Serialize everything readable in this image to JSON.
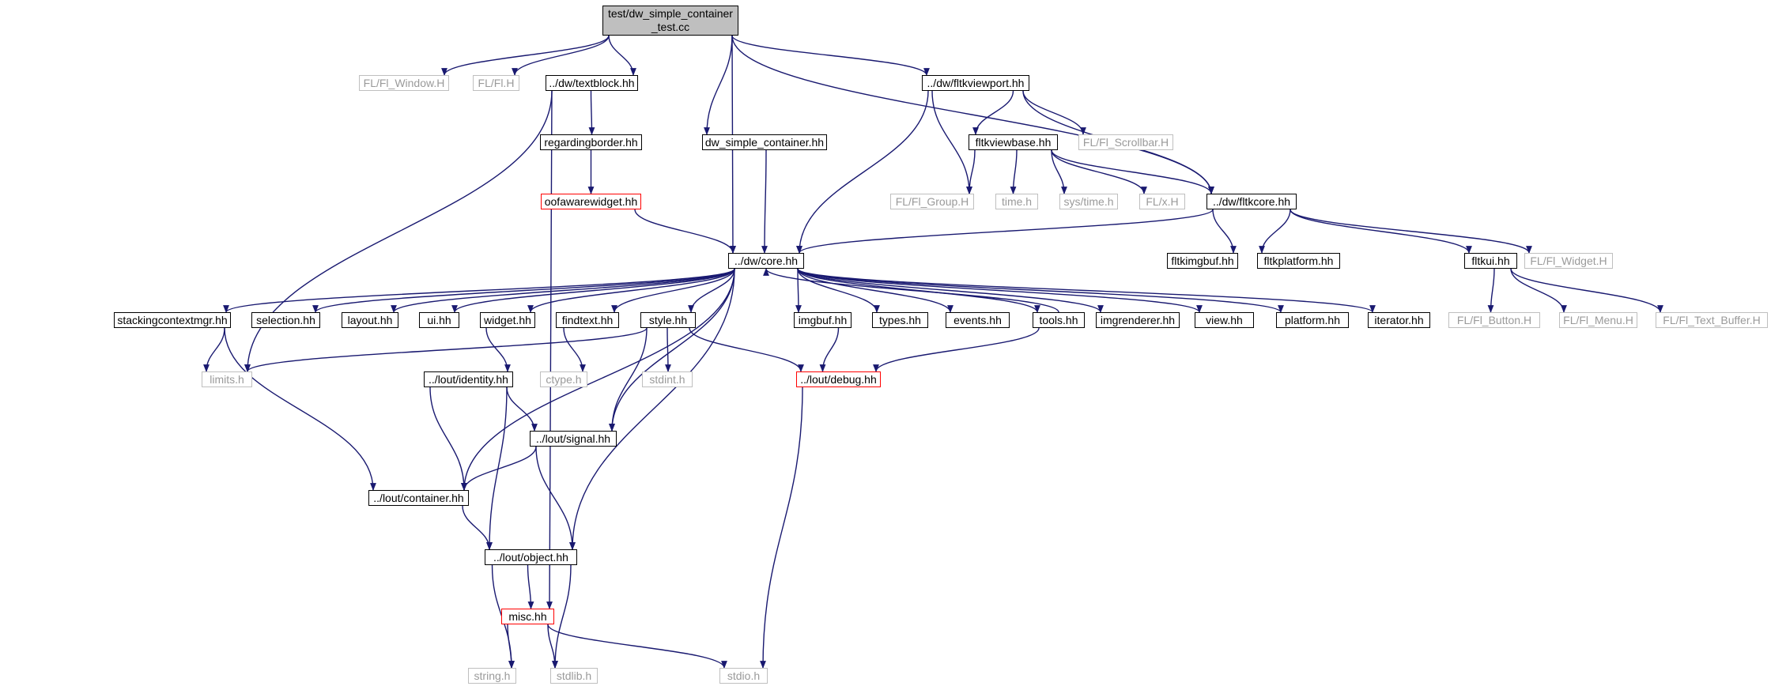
{
  "diagram": {
    "root": {
      "id": "root",
      "label": "test/dw_simple_container\n_test.cc",
      "kind": "root"
    },
    "nodes": [
      {
        "id": "fl_window",
        "label": "FL/Fl_Window.H",
        "kind": "gray"
      },
      {
        "id": "fl_fl",
        "label": "FL/Fl.H",
        "kind": "gray"
      },
      {
        "id": "textblock",
        "label": "../dw/textblock.hh",
        "kind": "normal"
      },
      {
        "id": "fltkviewport",
        "label": "../dw/fltkviewport.hh",
        "kind": "normal"
      },
      {
        "id": "regardingborder",
        "label": "regardingborder.hh",
        "kind": "normal"
      },
      {
        "id": "dw_simple_container",
        "label": "dw_simple_container.hh",
        "kind": "normal"
      },
      {
        "id": "fltkviewbase",
        "label": "fltkviewbase.hh",
        "kind": "normal"
      },
      {
        "id": "fl_scrollbar",
        "label": "FL/Fl_Scrollbar.H",
        "kind": "gray"
      },
      {
        "id": "oofawarewidget",
        "label": "oofawarewidget.hh",
        "kind": "red"
      },
      {
        "id": "fl_group",
        "label": "FL/Fl_Group.H",
        "kind": "gray"
      },
      {
        "id": "time_h",
        "label": "time.h",
        "kind": "gray"
      },
      {
        "id": "sys_time",
        "label": "sys/time.h",
        "kind": "gray"
      },
      {
        "id": "fl_x",
        "label": "FL/x.H",
        "kind": "gray"
      },
      {
        "id": "fltkcore",
        "label": "../dw/fltkcore.hh",
        "kind": "normal"
      },
      {
        "id": "core",
        "label": "../dw/core.hh",
        "kind": "normal"
      },
      {
        "id": "fltkimgbuf",
        "label": "fltkimgbuf.hh",
        "kind": "normal"
      },
      {
        "id": "fltkplatform",
        "label": "fltkplatform.hh",
        "kind": "normal"
      },
      {
        "id": "fltkui",
        "label": "fltkui.hh",
        "kind": "normal"
      },
      {
        "id": "fl_widget",
        "label": "FL/Fl_Widget.H",
        "kind": "gray"
      },
      {
        "id": "stackingcontextmgr",
        "label": "stackingcontextmgr.hh",
        "kind": "normal"
      },
      {
        "id": "selection",
        "label": "selection.hh",
        "kind": "normal"
      },
      {
        "id": "layout",
        "label": "layout.hh",
        "kind": "normal"
      },
      {
        "id": "ui",
        "label": "ui.hh",
        "kind": "normal"
      },
      {
        "id": "widget",
        "label": "widget.hh",
        "kind": "normal"
      },
      {
        "id": "findtext",
        "label": "findtext.hh",
        "kind": "normal"
      },
      {
        "id": "style",
        "label": "style.hh",
        "kind": "normal"
      },
      {
        "id": "imgbuf",
        "label": "imgbuf.hh",
        "kind": "normal"
      },
      {
        "id": "types",
        "label": "types.hh",
        "kind": "normal"
      },
      {
        "id": "events",
        "label": "events.hh",
        "kind": "normal"
      },
      {
        "id": "tools",
        "label": "tools.hh",
        "kind": "normal"
      },
      {
        "id": "imgrenderer",
        "label": "imgrenderer.hh",
        "kind": "normal"
      },
      {
        "id": "view",
        "label": "view.hh",
        "kind": "normal"
      },
      {
        "id": "platform",
        "label": "platform.hh",
        "kind": "normal"
      },
      {
        "id": "iterator",
        "label": "iterator.hh",
        "kind": "normal"
      },
      {
        "id": "fl_button",
        "label": "FL/Fl_Button.H",
        "kind": "gray"
      },
      {
        "id": "fl_menu",
        "label": "FL/Fl_Menu.H",
        "kind": "gray"
      },
      {
        "id": "fl_text_buffer",
        "label": "FL/Fl_Text_Buffer.H",
        "kind": "gray"
      },
      {
        "id": "limits",
        "label": "limits.h",
        "kind": "gray"
      },
      {
        "id": "identity",
        "label": "../lout/identity.hh",
        "kind": "normal"
      },
      {
        "id": "ctype",
        "label": "ctype.h",
        "kind": "gray"
      },
      {
        "id": "stdint",
        "label": "stdint.h",
        "kind": "gray"
      },
      {
        "id": "debug",
        "label": "../lout/debug.hh",
        "kind": "red"
      },
      {
        "id": "signal",
        "label": "../lout/signal.hh",
        "kind": "normal"
      },
      {
        "id": "container",
        "label": "../lout/container.hh",
        "kind": "normal"
      },
      {
        "id": "object",
        "label": "../lout/object.hh",
        "kind": "normal"
      },
      {
        "id": "misc",
        "label": "misc.hh",
        "kind": "red"
      },
      {
        "id": "string_h",
        "label": "string.h",
        "kind": "gray"
      },
      {
        "id": "stdlib",
        "label": "stdlib.h",
        "kind": "gray"
      },
      {
        "id": "stdio",
        "label": "stdio.h",
        "kind": "gray"
      }
    ],
    "edges": [
      [
        "root",
        "fl_window"
      ],
      [
        "root",
        "fl_fl"
      ],
      [
        "root",
        "textblock"
      ],
      [
        "root",
        "fltkviewport"
      ],
      [
        "root",
        "dw_simple_container"
      ],
      [
        "root",
        "core"
      ],
      [
        "root",
        "fltkcore"
      ],
      [
        "textblock",
        "regardingborder"
      ],
      [
        "textblock",
        "limits"
      ],
      [
        "textblock",
        "misc"
      ],
      [
        "regardingborder",
        "oofawarewidget"
      ],
      [
        "oofawarewidget",
        "core"
      ],
      [
        "dw_simple_container",
        "core"
      ],
      [
        "fltkviewport",
        "fltkviewbase"
      ],
      [
        "fltkviewport",
        "fl_scrollbar"
      ],
      [
        "fltkviewport",
        "fl_group"
      ],
      [
        "fltkviewport",
        "core"
      ],
      [
        "fltkviewport",
        "fltkcore"
      ],
      [
        "fltkviewbase",
        "fl_group"
      ],
      [
        "fltkviewbase",
        "time_h"
      ],
      [
        "fltkviewbase",
        "sys_time"
      ],
      [
        "fltkviewbase",
        "fl_x"
      ],
      [
        "fltkviewbase",
        "fltkcore"
      ],
      [
        "fltkcore",
        "core"
      ],
      [
        "fltkcore",
        "fltkimgbuf"
      ],
      [
        "fltkcore",
        "fltkplatform"
      ],
      [
        "fltkcore",
        "fltkui"
      ],
      [
        "fltkcore",
        "fl_widget"
      ],
      [
        "fltkui",
        "fl_button"
      ],
      [
        "fltkui",
        "fl_menu"
      ],
      [
        "fltkui",
        "fl_text_buffer"
      ],
      [
        "core",
        "stackingcontextmgr"
      ],
      [
        "core",
        "selection"
      ],
      [
        "core",
        "layout"
      ],
      [
        "core",
        "ui"
      ],
      [
        "core",
        "widget"
      ],
      [
        "core",
        "findtext"
      ],
      [
        "core",
        "style"
      ],
      [
        "core",
        "imgbuf"
      ],
      [
        "core",
        "types"
      ],
      [
        "core",
        "events"
      ],
      [
        "core",
        "tools"
      ],
      [
        "core",
        "imgrenderer"
      ],
      [
        "core",
        "view"
      ],
      [
        "core",
        "platform"
      ],
      [
        "core",
        "iterator"
      ],
      [
        "core",
        "signal"
      ],
      [
        "core",
        "container"
      ],
      [
        "core",
        "object"
      ],
      [
        "stackingcontextmgr",
        "limits"
      ],
      [
        "stackingcontextmgr",
        "container"
      ],
      [
        "widget",
        "identity"
      ],
      [
        "findtext",
        "ctype"
      ],
      [
        "style",
        "limits"
      ],
      [
        "style",
        "stdint"
      ],
      [
        "style",
        "debug"
      ],
      [
        "style",
        "signal"
      ],
      [
        "imgbuf",
        "debug"
      ],
      [
        "tools",
        "debug"
      ],
      [
        "tools",
        "core"
      ],
      [
        "identity",
        "container"
      ],
      [
        "identity",
        "signal"
      ],
      [
        "identity",
        "object"
      ],
      [
        "signal",
        "container"
      ],
      [
        "signal",
        "object"
      ],
      [
        "container",
        "object"
      ],
      [
        "object",
        "misc"
      ],
      [
        "object",
        "string_h"
      ],
      [
        "object",
        "stdlib"
      ],
      [
        "misc",
        "string_h"
      ],
      [
        "misc",
        "stdlib"
      ],
      [
        "misc",
        "stdio"
      ],
      [
        "debug",
        "stdio"
      ]
    ]
  }
}
